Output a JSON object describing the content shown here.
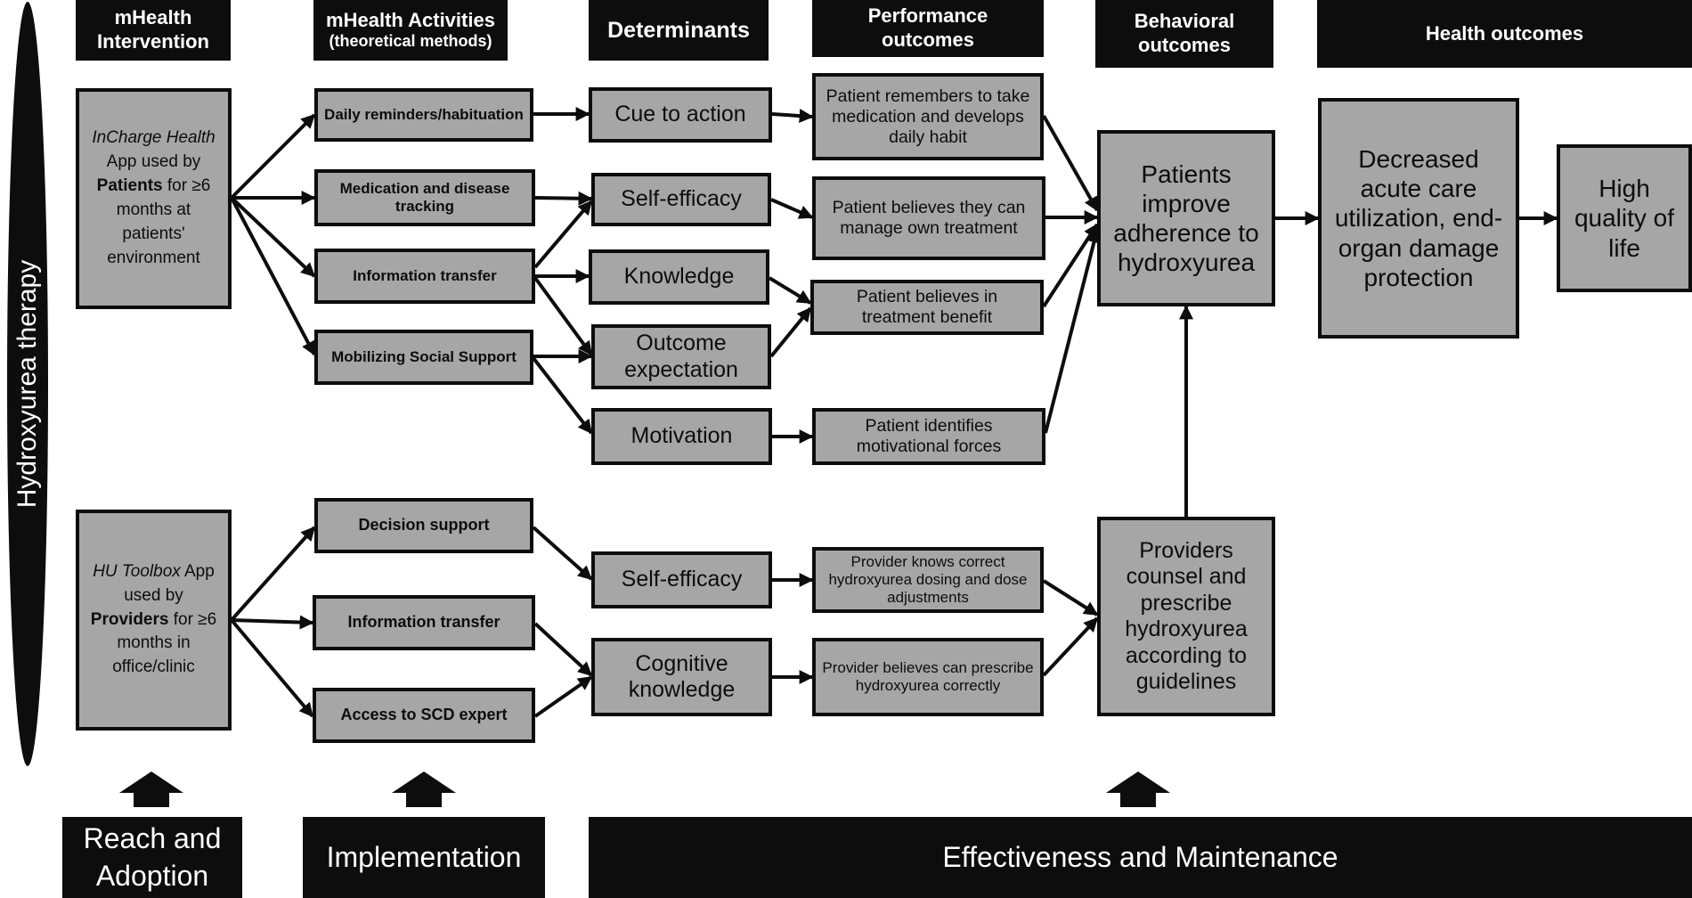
{
  "vertical_label": "Hydroxyurea therapy",
  "headers": {
    "intervention": [
      "mHealth",
      "Intervention"
    ],
    "activities": [
      "mHealth Activities",
      "(theoretical methods)"
    ],
    "determinants": "Determinants",
    "performance": [
      "Performance",
      "outcomes"
    ],
    "behavioral": [
      "Behavioral",
      "outcomes"
    ],
    "health": "Health outcomes"
  },
  "interventions": {
    "patients": {
      "app": "InCharge Health",
      "text_a": "App used by",
      "who": "Patients",
      "text_b": "for ≥6 months at patients' environment"
    },
    "providers": {
      "app": "HU Toolbox",
      "text_a": "App used by",
      "who": "Providers",
      "text_b": "for ≥6 months in office/clinic"
    }
  },
  "activities": {
    "reminders": "Daily reminders/habituation",
    "tracking": "Medication and disease tracking",
    "info_patients": "Information transfer",
    "social": "Mobilizing Social Support",
    "decision": "Decision support",
    "info_providers": "Information transfer",
    "expert": "Access to SCD expert"
  },
  "determinants": {
    "cue": "Cue to action",
    "self_efficacy_patients": "Self-efficacy",
    "knowledge": "Knowledge",
    "outcome": "Outcome expectation",
    "motivation": "Motivation",
    "self_efficacy_providers": "Self-efficacy",
    "cognitive": "Cognitive knowledge"
  },
  "performance": {
    "remembers": "Patient remembers to take medication and develops daily habit",
    "manage": "Patient believes they can manage own treatment",
    "benefit": "Patient believes in treatment benefit",
    "forces": "Patient identifies motivational forces",
    "dosing": "Provider knows correct hydroxyurea dosing and dose adjustments",
    "prescribe": "Provider believes can prescribe hydroxyurea correctly"
  },
  "behavioral": {
    "patients": "Patients improve adherence to hydroxyurea",
    "providers": "Providers counsel and prescribe hydroxyurea according to guidelines"
  },
  "health": {
    "decreased": "Decreased acute care utilization, end-organ damage protection",
    "quality": "High quality of life"
  },
  "bottom_bars": {
    "reach": "Reach and Adoption",
    "implementation": "Implementation",
    "effectiveness": "Effectiveness and Maintenance"
  },
  "colors": {
    "box_fill": "#a6a6a6",
    "dark": "#0d0d0d",
    "text_light": "#ffffff"
  }
}
